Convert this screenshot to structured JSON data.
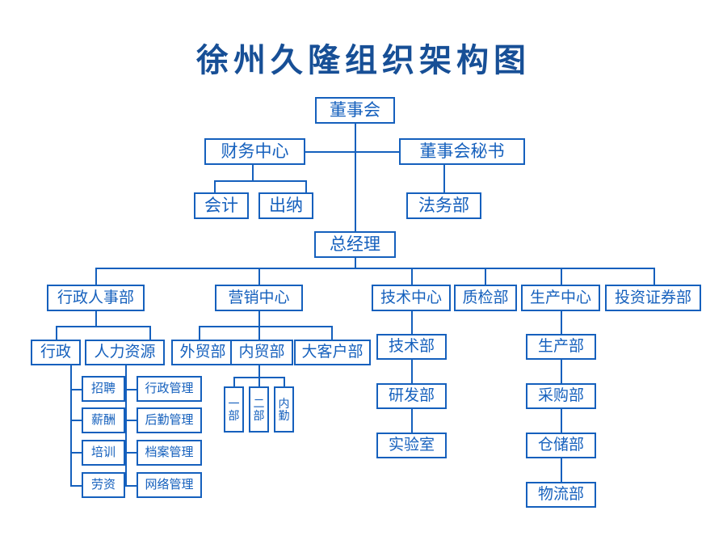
{
  "title": "徐州久隆组织架构图",
  "colors": {
    "title": "#174f96",
    "line": "#1560bd",
    "box_border": "#1560bd",
    "box_text": "#1560bd",
    "background": "#ffffff"
  },
  "chart_data": {
    "type": "diagram",
    "subtype": "org-chart",
    "title": "徐州久隆组织架构图",
    "orientation": "top-down",
    "nodes": [
      {
        "id": "board",
        "label": "董事会",
        "level": 0
      },
      {
        "id": "finance-center",
        "label": "财务中心",
        "level": 1,
        "parent": "board"
      },
      {
        "id": "board-secretary",
        "label": "董事会秘书",
        "level": 1,
        "parent": "board"
      },
      {
        "id": "accounting",
        "label": "会计",
        "level": 2,
        "parent": "finance-center"
      },
      {
        "id": "cashier",
        "label": "出纳",
        "level": 2,
        "parent": "finance-center"
      },
      {
        "id": "legal-dept",
        "label": "法务部",
        "level": 2,
        "parent": "board-secretary"
      },
      {
        "id": "general-manager",
        "label": "总经理",
        "level": 1,
        "parent": "board"
      },
      {
        "id": "admin-hr-center",
        "label": "行政人事部",
        "level": 2,
        "parent": "general-manager"
      },
      {
        "id": "marketing-center",
        "label": "营销中心",
        "level": 2,
        "parent": "general-manager"
      },
      {
        "id": "tech-center",
        "label": "技术中心",
        "level": 2,
        "parent": "general-manager"
      },
      {
        "id": "qc-dept",
        "label": "质检部",
        "level": 2,
        "parent": "general-manager"
      },
      {
        "id": "production-center",
        "label": "生产中心",
        "level": 2,
        "parent": "general-manager"
      },
      {
        "id": "investment-securities",
        "label": "投资证券部",
        "level": 2,
        "parent": "general-manager"
      },
      {
        "id": "admin",
        "label": "行政",
        "level": 3,
        "parent": "admin-hr-center"
      },
      {
        "id": "human-resources",
        "label": "人力资源",
        "level": 3,
        "parent": "admin-hr-center"
      },
      {
        "id": "foreign-trade",
        "label": "外贸部",
        "level": 3,
        "parent": "marketing-center"
      },
      {
        "id": "domestic-trade",
        "label": "内贸部",
        "level": 3,
        "parent": "marketing-center"
      },
      {
        "id": "key-accounts",
        "label": "大客户部",
        "level": 3,
        "parent": "marketing-center"
      },
      {
        "id": "tech-dept",
        "label": "技术部",
        "level": 3,
        "parent": "tech-center"
      },
      {
        "id": "rd-dept",
        "label": "研发部",
        "level": 4,
        "parent": "tech-dept"
      },
      {
        "id": "laboratory",
        "label": "实验室",
        "level": 5,
        "parent": "rd-dept"
      },
      {
        "id": "production-dept",
        "label": "生产部",
        "level": 3,
        "parent": "production-center"
      },
      {
        "id": "purchasing-dept",
        "label": "采购部",
        "level": 4,
        "parent": "production-dept"
      },
      {
        "id": "warehouse-dept",
        "label": "仓储部",
        "level": 5,
        "parent": "purchasing-dept"
      },
      {
        "id": "logistics-dept",
        "label": "物流部",
        "level": 6,
        "parent": "warehouse-dept"
      },
      {
        "id": "recruitment",
        "label": "招聘",
        "level": 4,
        "parent": "admin"
      },
      {
        "id": "compensation",
        "label": "薪酬",
        "level": 4,
        "parent": "admin"
      },
      {
        "id": "training",
        "label": "培训",
        "level": 4,
        "parent": "admin"
      },
      {
        "id": "labor-wages",
        "label": "劳资",
        "level": 4,
        "parent": "admin"
      },
      {
        "id": "admin-management",
        "label": "行政管理",
        "level": 4,
        "parent": "human-resources"
      },
      {
        "id": "logistics-management",
        "label": "后勤管理",
        "level": 4,
        "parent": "human-resources"
      },
      {
        "id": "archives-management",
        "label": "档案管理",
        "level": 4,
        "parent": "human-resources"
      },
      {
        "id": "network-management",
        "label": "网络管理",
        "level": 4,
        "parent": "human-resources"
      },
      {
        "id": "team-one",
        "label": "一部",
        "level": 4,
        "parent": "domestic-trade"
      },
      {
        "id": "team-two",
        "label": "二部",
        "level": 4,
        "parent": "domestic-trade"
      },
      {
        "id": "inside-sales",
        "label": "内勤",
        "level": 4,
        "parent": "domestic-trade"
      }
    ]
  },
  "nodes": {
    "board": "董事会",
    "finance_center": "财务中心",
    "board_secretary": "董事会秘书",
    "accounting": "会计",
    "cashier": "出纳",
    "legal_dept": "法务部",
    "general_manager": "总经理",
    "admin_hr_center": "行政人事部",
    "marketing_center": "营销中心",
    "tech_center": "技术中心",
    "qc_dept": "质检部",
    "production_center": "生产中心",
    "investment_securities": "投资证券部",
    "admin": "行政",
    "human_resources": "人力资源",
    "foreign_trade": "外贸部",
    "domestic_trade": "内贸部",
    "key_accounts": "大客户部",
    "tech_dept": "技术部",
    "rd_dept": "研发部",
    "laboratory": "实验室",
    "production_dept": "生产部",
    "purchasing_dept": "采购部",
    "warehouse_dept": "仓储部",
    "logistics_dept": "物流部",
    "recruitment": "招聘",
    "compensation": "薪酬",
    "training": "培训",
    "labor_wages": "劳资",
    "admin_management": "行政管理",
    "logistics_management": "后勤管理",
    "archives_management": "档案管理",
    "network_management": "网络管理",
    "team_one_c1": "一",
    "team_one_c2": "部",
    "team_two_c1": "二",
    "team_two_c2": "部",
    "inside_sales_c1": "内",
    "inside_sales_c2": "勤"
  }
}
